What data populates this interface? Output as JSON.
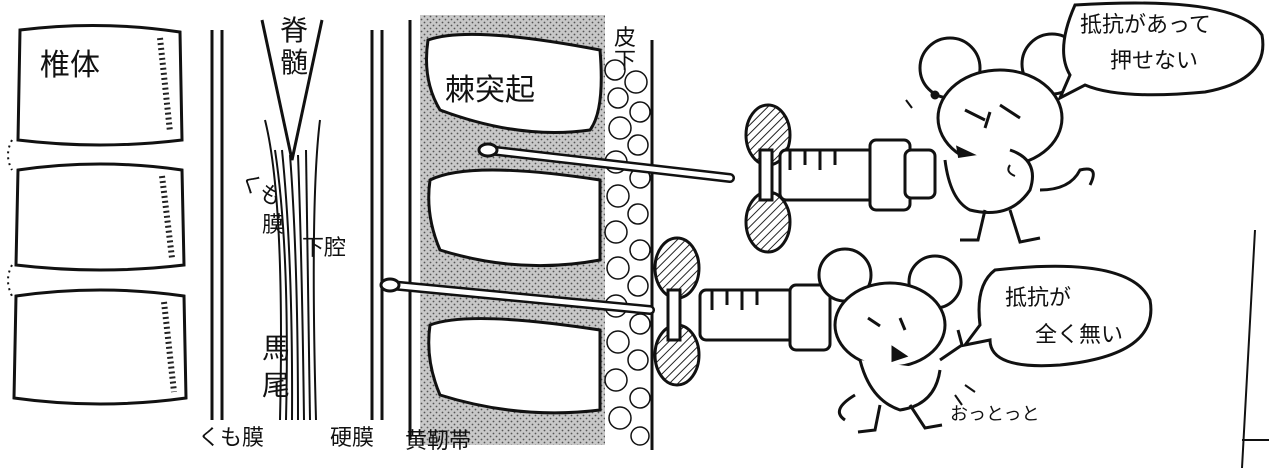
{
  "labels": {
    "vertebral_body": "椎体",
    "spinal_cord_1": "脊",
    "spinal_cord_2": "髄",
    "spinous_process": "棘突起",
    "subcutaneous_1": "皮",
    "subcutaneous_2": "下",
    "arachnoid_sub_1": "くも",
    "arachnoid_sub_2": "膜",
    "subarachnoid_space": "下腔",
    "cauda_1": "馬",
    "cauda_2": "尾",
    "arachnoid_bottom": "くも膜",
    "dura_bottom": "硬膜",
    "ligament_bottom": "黄靭帯"
  },
  "speech": {
    "top_line1": "抵抗があって",
    "top_line2": "押せない",
    "bottom_line1": "抵抗が",
    "bottom_line2": "全く無い"
  },
  "sfx": {
    "stumble": "おっとっと"
  }
}
